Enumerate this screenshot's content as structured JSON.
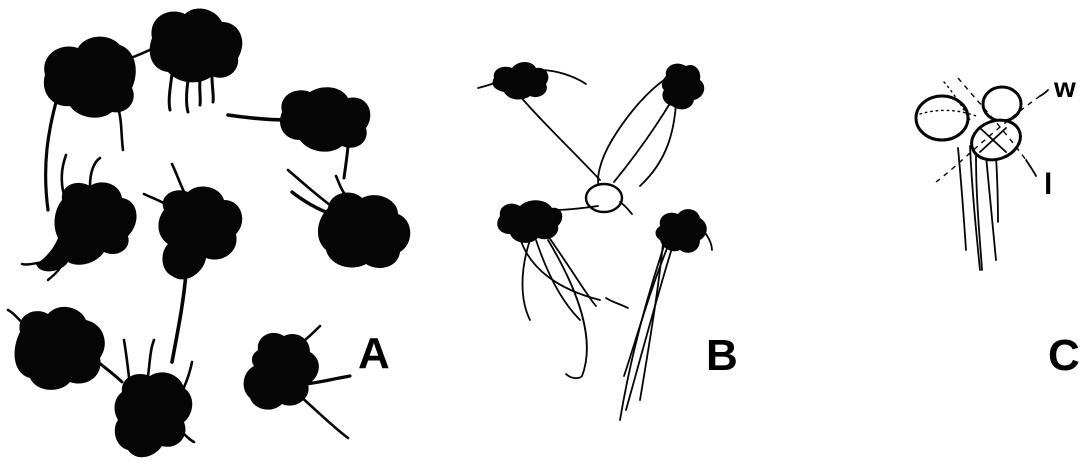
{
  "panels": {
    "a": {
      "label": "A"
    },
    "b": {
      "label": "B"
    },
    "c": {
      "label": "C",
      "width_label": "w",
      "length_label": "l"
    }
  },
  "colors": {
    "ink": "#050505",
    "background": "#ffffff"
  }
}
